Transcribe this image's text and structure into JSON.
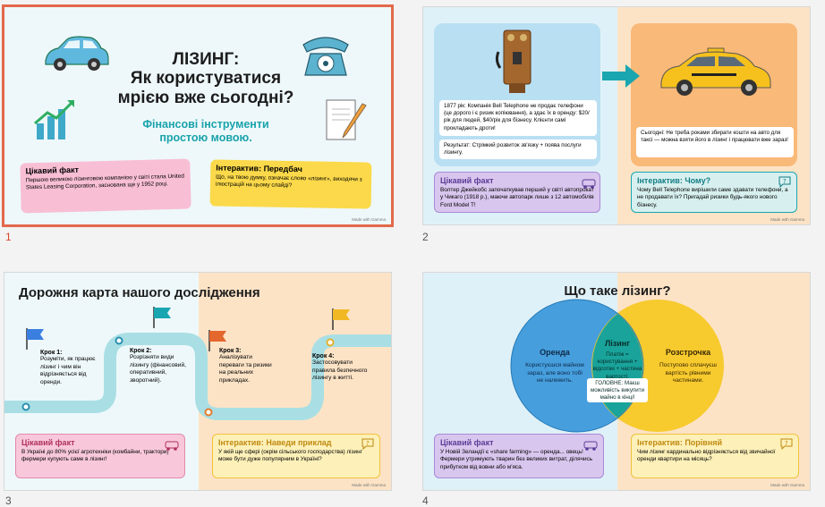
{
  "slides": [
    {
      "number": "1",
      "title": "ЛІЗИНГ:\nЯк користуватися\nмрією вже сьогодні?",
      "subtitle": "Фінансові інструменти\nпростою мовою.",
      "fact_title": "Цікавий факт",
      "fact_text": "Першою великою лізинговою компанією у світі стала United States Leasing Corporation, заснована ще у 1952 році.",
      "interactive_title": "Інтерактив: Передбач",
      "interactive_text": "Що, на твою думку, означає слово «лізинг», виходячи з ілюстрацій на цьому слайді?",
      "credit": "Made with Gamma"
    },
    {
      "number": "2",
      "history_text": "1877 рік: Компанія Bell Telephone не продає телефони (це дорого і є ризик копіювання), а здає їх в оренду: $20/рік для людей, $40/рік для бізнесу. Клієнти самі прокладають дроти!",
      "result_text": "Результат: Стрімкий розвиток зв'язку + поява послуги лізингу.",
      "today_text": "Сьогодні: Не треба роками збирати кошти на авто для таксі — можна взяти його в лізинг і працювати вже зараз!",
      "fact_title": "Цікавий факт",
      "fact_text": "Волтер Джейкобс започаткував перший у світі автопрокат у Чикаго (1918 р.), маючи автопарк лише з 12 автомобілів Ford Model T!",
      "interactive_title": "Інтерактив: Чому?",
      "interactive_text": "Чому Bell Telephone вирішили саме здавати телефони, а не продавати їх? Пригадай ризики будь-якого нового бізнесу.",
      "credit": "Made with Gamma"
    },
    {
      "number": "3",
      "title": "Дорожня карта нашого дослідження",
      "steps": [
        {
          "title": "Крок 1:",
          "text": "Розуміти, як працює лізинг і чим він відрізняється від оренди."
        },
        {
          "title": "Крок 2:",
          "text": "Розрізняти види лізингу (фінансовий, оперативний, зворотний)."
        },
        {
          "title": "Крок 3:",
          "text": "Аналізувати переваги та ризики на реальних прикладах."
        },
        {
          "title": "Крок 4:",
          "text": "Застосовувати правила безпечного лізингу в житті."
        }
      ],
      "fact_title": "Цікавий факт",
      "fact_text": "В Україні до 80% усієї агротехніки (комбайни, трактори) фермери купують саме в лізинг!",
      "interactive_title": "Інтерактив: Наведи приклад",
      "interactive_text": "У якій ще сфері (окрім сільського господарства) лізинг може бути дуже популярним в Україні?",
      "credit": "Made with Gamma"
    },
    {
      "number": "4",
      "title": "Що таке лізинг?",
      "rent_title": "Оренда",
      "rent_text": "Користуєшся майном зараз, але воно тобі не належить.",
      "lease_title": "Лізинг",
      "lease_text": "Платіж = користування + відсотки + частина вартості.",
      "lease_main": "ГОЛОВНЕ: Маєш можливість викупити майно в кінці!",
      "installment_title": "Розстрочка",
      "installment_text": "Поступово сплачуєш вартість рівними частинами.",
      "fact_title": "Цікавий факт",
      "fact_text": "У Новій Зеландії є «share farming» — оренда... овець! Фермери утримують тварин без великих витрат, ділячись прибутком від вовни або м'яса.",
      "interactive_title": "Інтерактив: Порівняй",
      "interactive_text": "Чим лізинг кардинально відрізняється від звичайної оренди квартири на місяць?",
      "credit": "Made with Gamma"
    }
  ],
  "colors": {
    "selection": "#e2694a",
    "fact_pink": "#f8bfd4",
    "interactive_yellow": "#fbd94a",
    "teal": "#17a2a8",
    "orange_bg": "#fce3c6",
    "blue_bg": "#dff1f8"
  }
}
